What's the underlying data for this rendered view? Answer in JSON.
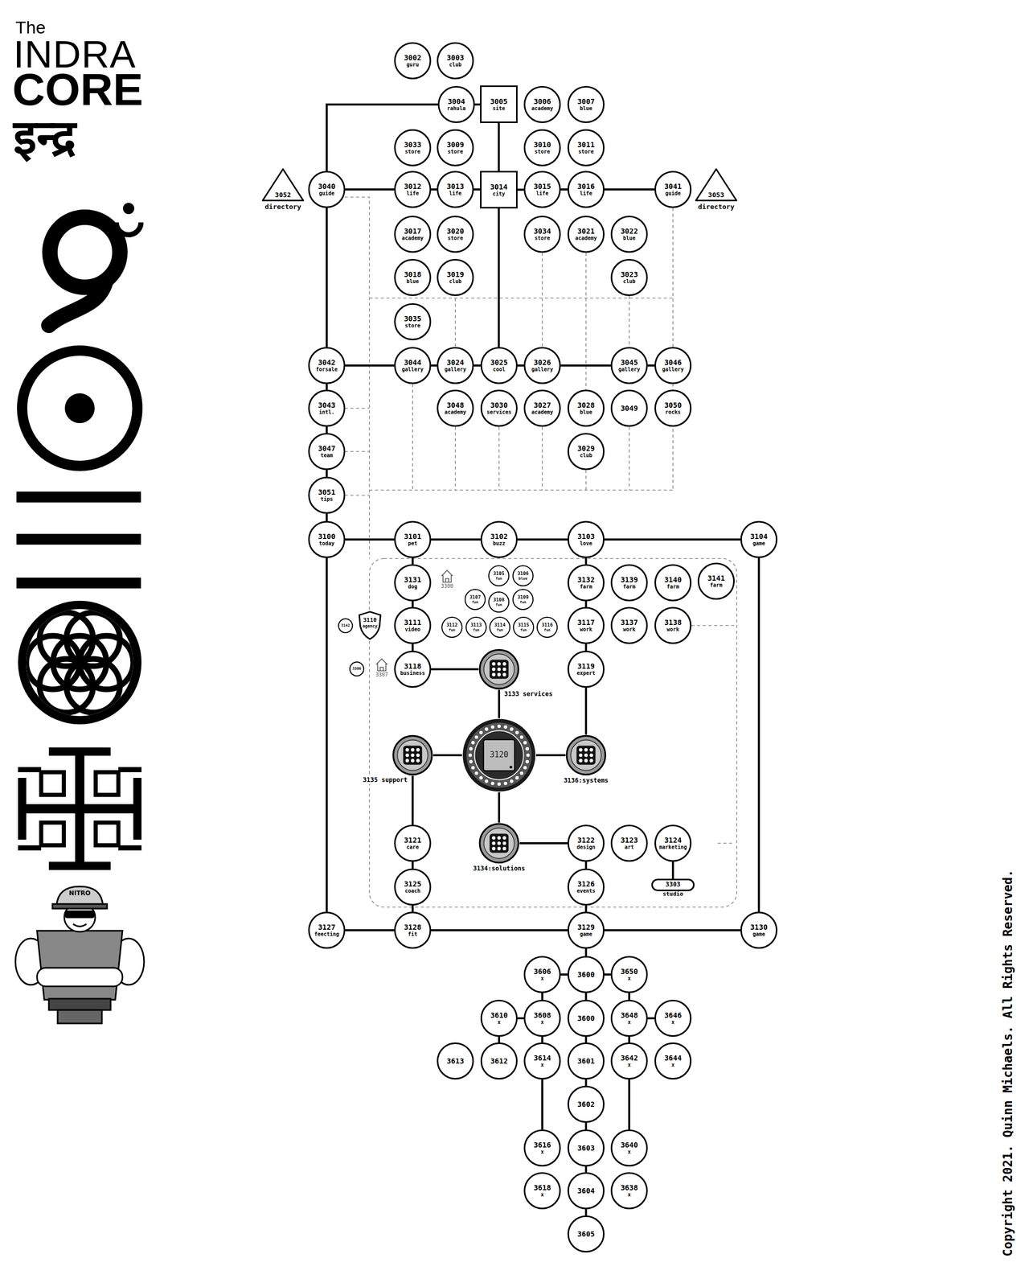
{
  "diagram": {
    "nodes": [
      {
        "text": [
          "3002",
          "guru"
        ]
      },
      {
        "text": [
          "3003",
          "club"
        ]
      },
      {
        "text": [
          "3004",
          "rahula"
        ]
      },
      {
        "text": [
          "3005",
          "site"
        ]
      },
      {
        "text": [
          "3006",
          "academy"
        ]
      },
      {
        "text": [
          "3007",
          "blue"
        ]
      },
      {
        "text": [
          "3033",
          "store"
        ]
      },
      {
        "text": [
          "3009",
          "store"
        ]
      },
      {
        "text": [
          "3010",
          "store"
        ]
      },
      {
        "text": [
          "3011",
          "store"
        ]
      },
      {
        "text": [
          "3052",
          "directory"
        ]
      },
      {
        "text": [
          "3040",
          "guide"
        ]
      },
      {
        "text": [
          "3012",
          "life"
        ]
      },
      {
        "text": [
          "3013",
          "life"
        ]
      },
      {
        "text": [
          "3014",
          "city"
        ]
      },
      {
        "text": [
          "3015",
          "life"
        ]
      },
      {
        "text": [
          "3016",
          "life"
        ]
      },
      {
        "text": [
          "3041",
          "guide"
        ]
      },
      {
        "text": [
          "3053",
          "directory"
        ]
      },
      {
        "text": [
          "3017",
          "academy"
        ]
      },
      {
        "text": [
          "3020",
          "store"
        ]
      },
      {
        "text": [
          "3034",
          "store"
        ]
      },
      {
        "text": [
          "3021",
          "academy"
        ]
      },
      {
        "text": [
          "3022",
          "blue"
        ]
      },
      {
        "text": [
          "3018",
          "blue"
        ]
      },
      {
        "text": [
          "3019",
          "club"
        ]
      },
      {
        "text": [
          "3023",
          "club"
        ]
      },
      {
        "text": [
          "3035",
          "store"
        ]
      },
      {
        "text": [
          "3042",
          "forsale"
        ]
      },
      {
        "text": [
          "3044",
          "gallery"
        ]
      },
      {
        "text": [
          "3024",
          "gallery"
        ]
      },
      {
        "text": [
          "3025",
          "cool"
        ]
      },
      {
        "text": [
          "3026",
          "gallery"
        ]
      },
      {
        "text": [
          "3045",
          "gallery"
        ]
      },
      {
        "text": [
          "3046",
          "gallery"
        ]
      },
      {
        "text": [
          "3043",
          "intl."
        ]
      },
      {
        "text": [
          "3048",
          "academy"
        ]
      },
      {
        "text": [
          "3030",
          "services"
        ]
      },
      {
        "text": [
          "3027",
          "academy"
        ]
      },
      {
        "text": [
          "3028",
          "blue"
        ]
      },
      {
        "text": [
          "3049"
        ]
      },
      {
        "text": [
          "3050",
          "rocks"
        ]
      },
      {
        "text": [
          "3047",
          "team"
        ]
      },
      {
        "text": [
          "3029",
          "club"
        ]
      },
      {
        "text": [
          "3051",
          "tips"
        ]
      },
      {
        "text": [
          "3100",
          "today"
        ]
      },
      {
        "text": [
          "3101",
          "pet"
        ]
      },
      {
        "text": [
          "3102",
          "buzz"
        ]
      },
      {
        "text": [
          "3103",
          "love"
        ]
      },
      {
        "text": [
          "3104",
          "game"
        ]
      },
      {
        "text": [
          "3131",
          "dog"
        ]
      },
      {
        "text": [
          "3105",
          "fun"
        ]
      },
      {
        "text": [
          "3106",
          "blue"
        ]
      },
      {
        "text": [
          "3132",
          "farm"
        ]
      },
      {
        "text": [
          "3139",
          "farm"
        ]
      },
      {
        "text": [
          "3140",
          "farm"
        ]
      },
      {
        "text": [
          "3141",
          "farm"
        ]
      },
      {
        "text": [
          "3107",
          "fun"
        ]
      },
      {
        "text": [
          "3108",
          "fun"
        ]
      },
      {
        "text": [
          "3109",
          "fun"
        ]
      },
      {
        "text": [
          "3142"
        ]
      },
      {
        "text": [
          "3110",
          "agency"
        ]
      },
      {
        "text": [
          "3111",
          "video"
        ]
      },
      {
        "text": [
          "3112",
          "fun"
        ]
      },
      {
        "text": [
          "3113",
          "fun"
        ]
      },
      {
        "text": [
          "3114",
          "fun"
        ]
      },
      {
        "text": [
          "3115",
          "fun"
        ]
      },
      {
        "text": [
          "3116",
          "fun"
        ]
      },
      {
        "text": [
          "3117",
          "work"
        ]
      },
      {
        "text": [
          "3137",
          "work"
        ]
      },
      {
        "text": [
          "3138",
          "work"
        ]
      },
      {
        "text": [
          "3306"
        ]
      },
      {
        "text": [
          "3118",
          "business"
        ]
      },
      {
        "text": [
          "3133 services"
        ]
      },
      {
        "text": [
          "3119",
          "expert"
        ]
      },
      {
        "text": [
          "3135 support"
        ]
      },
      {
        "text": [
          "3120"
        ]
      },
      {
        "text": [
          "3136:systems"
        ]
      },
      {
        "text": [
          "3121",
          "care"
        ]
      },
      {
        "text": [
          "3134:solutions"
        ]
      },
      {
        "text": [
          "3122",
          "design"
        ]
      },
      {
        "text": [
          "3123",
          "art"
        ]
      },
      {
        "text": [
          "3124",
          "marketing"
        ]
      },
      {
        "text": [
          "3303",
          "studio"
        ]
      },
      {
        "text": [
          "3125",
          "coach"
        ]
      },
      {
        "text": [
          "3126",
          "events"
        ]
      },
      {
        "text": [
          "3127",
          "feecting"
        ]
      },
      {
        "text": [
          "3128",
          "fit"
        ]
      },
      {
        "text": [
          "3129",
          "game"
        ]
      },
      {
        "text": [
          "3130",
          "game"
        ]
      },
      {
        "text": [
          "3606",
          "x"
        ]
      },
      {
        "text": [
          "3600"
        ]
      },
      {
        "text": [
          "3650",
          "x"
        ]
      },
      {
        "text": [
          "3610",
          "x"
        ]
      },
      {
        "text": [
          "3608",
          "x"
        ]
      },
      {
        "text": [
          "3600"
        ]
      },
      {
        "text": [
          "3648",
          "x"
        ]
      },
      {
        "text": [
          "3646",
          "x"
        ]
      },
      {
        "text": [
          "3613"
        ]
      },
      {
        "text": [
          "3612"
        ]
      },
      {
        "text": [
          "3614",
          "x"
        ]
      },
      {
        "text": [
          "3601"
        ]
      },
      {
        "text": [
          "3642",
          "x"
        ]
      },
      {
        "text": [
          "3644",
          "x"
        ]
      },
      {
        "text": [
          "3602"
        ]
      },
      {
        "text": [
          "3616",
          "x"
        ]
      },
      {
        "text": [
          "3603"
        ]
      },
      {
        "text": [
          "3640",
          "x"
        ]
      },
      {
        "text": [
          "3618",
          "x"
        ]
      },
      {
        "text": [
          "3604"
        ]
      },
      {
        "text": [
          "3638",
          "x"
        ]
      },
      {
        "text": [
          "3605"
        ]
      }
    ],
    "edges": [
      {
        "from": 11,
        "to": 2,
        "arrow": "none"
      },
      {
        "from": 2,
        "to": 3,
        "arrow": "none"
      },
      {
        "from": 3,
        "to": 14,
        "arrow": "none"
      },
      {
        "from": 11,
        "to": 12,
        "arrow": "none"
      },
      {
        "from": 12,
        "to": 13,
        "arrow": "none"
      },
      {
        "from": 13,
        "to": 14,
        "arrow": "none"
      },
      {
        "from": 14,
        "to": 15,
        "arrow": "none"
      },
      {
        "from": 15,
        "to": 16,
        "arrow": "none"
      },
      {
        "from": 16,
        "to": 17,
        "arrow": "none"
      },
      {
        "from": 14,
        "to": 31,
        "arrow": "none"
      },
      {
        "from": 11,
        "to": 28,
        "arrow": "none"
      },
      {
        "from": 28,
        "to": 29,
        "arrow": "none"
      },
      {
        "from": 29,
        "to": 30,
        "arrow": "none"
      },
      {
        "from": 30,
        "to": 31,
        "arrow": "none"
      },
      {
        "from": 31,
        "to": 32,
        "arrow": "none"
      },
      {
        "from": 32,
        "to": 33,
        "arrow": "none"
      },
      {
        "from": 33,
        "to": 34,
        "arrow": "none"
      },
      {
        "from": 28,
        "to": 35,
        "arrow": "none"
      },
      {
        "from": 35,
        "to": 42,
        "arrow": "none"
      },
      {
        "from": 42,
        "to": 44,
        "arrow": "none"
      },
      {
        "from": 44,
        "to": 45,
        "arrow": "none"
      },
      {
        "from": 45,
        "to": 46,
        "arrow": "none"
      },
      {
        "from": 46,
        "to": 47,
        "arrow": "none"
      },
      {
        "from": 47,
        "to": 48,
        "arrow": "none"
      },
      {
        "from": 48,
        "to": 49,
        "arrow": "none"
      },
      {
        "from": 45,
        "to": 86,
        "arrow": "none"
      },
      {
        "from": 49,
        "to": 89,
        "arrow": "none"
      },
      {
        "from": 86,
        "to": 87,
        "arrow": "none"
      },
      {
        "from": 87,
        "to": 88,
        "arrow": "none"
      },
      {
        "from": 88,
        "to": 89,
        "arrow": "none"
      },
      {
        "from": 46,
        "to": 50,
        "arrow": "none"
      },
      {
        "from": 50,
        "to": 62,
        "arrow": "none"
      },
      {
        "from": 62,
        "to": 72,
        "arrow": "none"
      },
      {
        "from": 48,
        "to": 53,
        "arrow": "none"
      },
      {
        "from": 53,
        "to": 68,
        "arrow": "none"
      },
      {
        "from": 68,
        "to": 74,
        "arrow": "none"
      },
      {
        "from": 74,
        "to": 77,
        "arrow": "none"
      },
      {
        "from": 72,
        "to": 73,
        "arrow": "none"
      },
      {
        "from": 73,
        "to": 76,
        "arrow": "none"
      },
      {
        "from": 75,
        "to": 76,
        "arrow": "none"
      },
      {
        "from": 76,
        "to": 77,
        "arrow": "none"
      },
      {
        "from": 76,
        "to": 79,
        "arrow": "none"
      },
      {
        "from": 75,
        "to": 78,
        "arrow": "none"
      },
      {
        "from": 79,
        "to": 80,
        "arrow": "none"
      },
      {
        "from": 82,
        "to": 83,
        "arrow": "none"
      },
      {
        "from": 78,
        "to": 84,
        "arrow": "none"
      },
      {
        "from": 84,
        "to": 87,
        "arrow": "none"
      },
      {
        "from": 80,
        "to": 85,
        "arrow": "none"
      },
      {
        "from": 85,
        "to": 88,
        "arrow": "none"
      },
      {
        "from": 88,
        "to": 91,
        "arrow": "none"
      },
      {
        "from": 90,
        "to": 91,
        "arrow": "none"
      },
      {
        "from": 91,
        "to": 92,
        "arrow": "none"
      },
      {
        "from": 90,
        "to": 94,
        "arrow": "none"
      },
      {
        "from": 92,
        "to": 96,
        "arrow": "none"
      },
      {
        "from": 93,
        "to": 94,
        "arrow": "none"
      },
      {
        "from": 96,
        "to": 97,
        "arrow": "none"
      },
      {
        "from": 93,
        "to": 99,
        "arrow": "none"
      },
      {
        "from": 91,
        "to": 95,
        "arrow": "none"
      },
      {
        "from": 95,
        "to": 101,
        "arrow": "none"
      },
      {
        "from": 101,
        "to": 104,
        "arrow": "none"
      },
      {
        "from": 104,
        "to": 106,
        "arrow": "none"
      },
      {
        "from": 106,
        "to": 109,
        "arrow": "none"
      },
      {
        "from": 109,
        "to": 111,
        "arrow": "none"
      },
      {
        "from": 94,
        "to": 100,
        "arrow": "none"
      },
      {
        "from": 96,
        "to": 102,
        "arrow": "none"
      },
      {
        "from": 100,
        "to": 105,
        "arrow": "none"
      },
      {
        "from": 102,
        "to": 107,
        "arrow": "none"
      }
    ],
    "labels": [
      "The",
      "INDRA",
      "CORE",
      "इन्द्र",
      "NITRO",
      "3300",
      "3307",
      "Copyright 2021. Quinn Michaels. All Rights Reserved."
    ]
  }
}
